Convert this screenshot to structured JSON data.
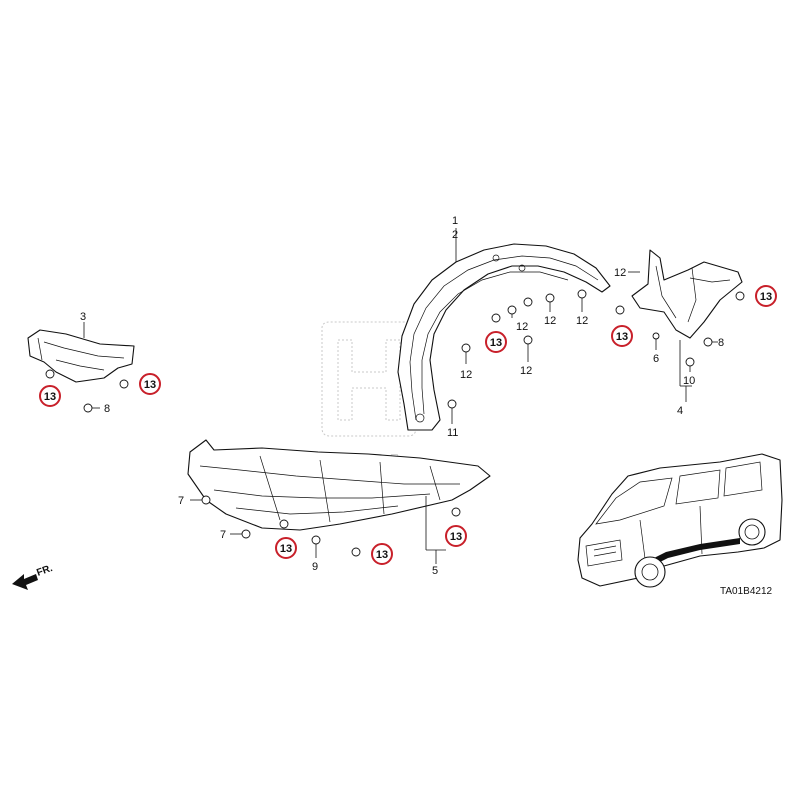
{
  "labels": {
    "p1": "1",
    "p2": "2",
    "p3": "3",
    "p4": "4",
    "p5": "5",
    "p6": "6",
    "p7a": "7",
    "p7b": "7",
    "p8a": "8",
    "p8b": "8",
    "p9": "9",
    "p10": "10",
    "p11": "11",
    "p12a": "12",
    "p12b": "12",
    "p12c": "12",
    "p12d": "12",
    "p12e": "12",
    "p12f": "12"
  },
  "callouts": {
    "c1": "13",
    "c2": "13",
    "c3": "13",
    "c4": "13",
    "c5": "13",
    "c6": "13",
    "c7": "13",
    "c8": "13"
  },
  "direction": "FR.",
  "diagram_code": "TA01B4212",
  "colors": {
    "callout_ring": "#c8202a",
    "line": "#111111",
    "watermark": "#c9c9c9"
  },
  "icons": [
    "honda-watermark-logo",
    "vehicle-illustration",
    "front-direction-arrow"
  ]
}
